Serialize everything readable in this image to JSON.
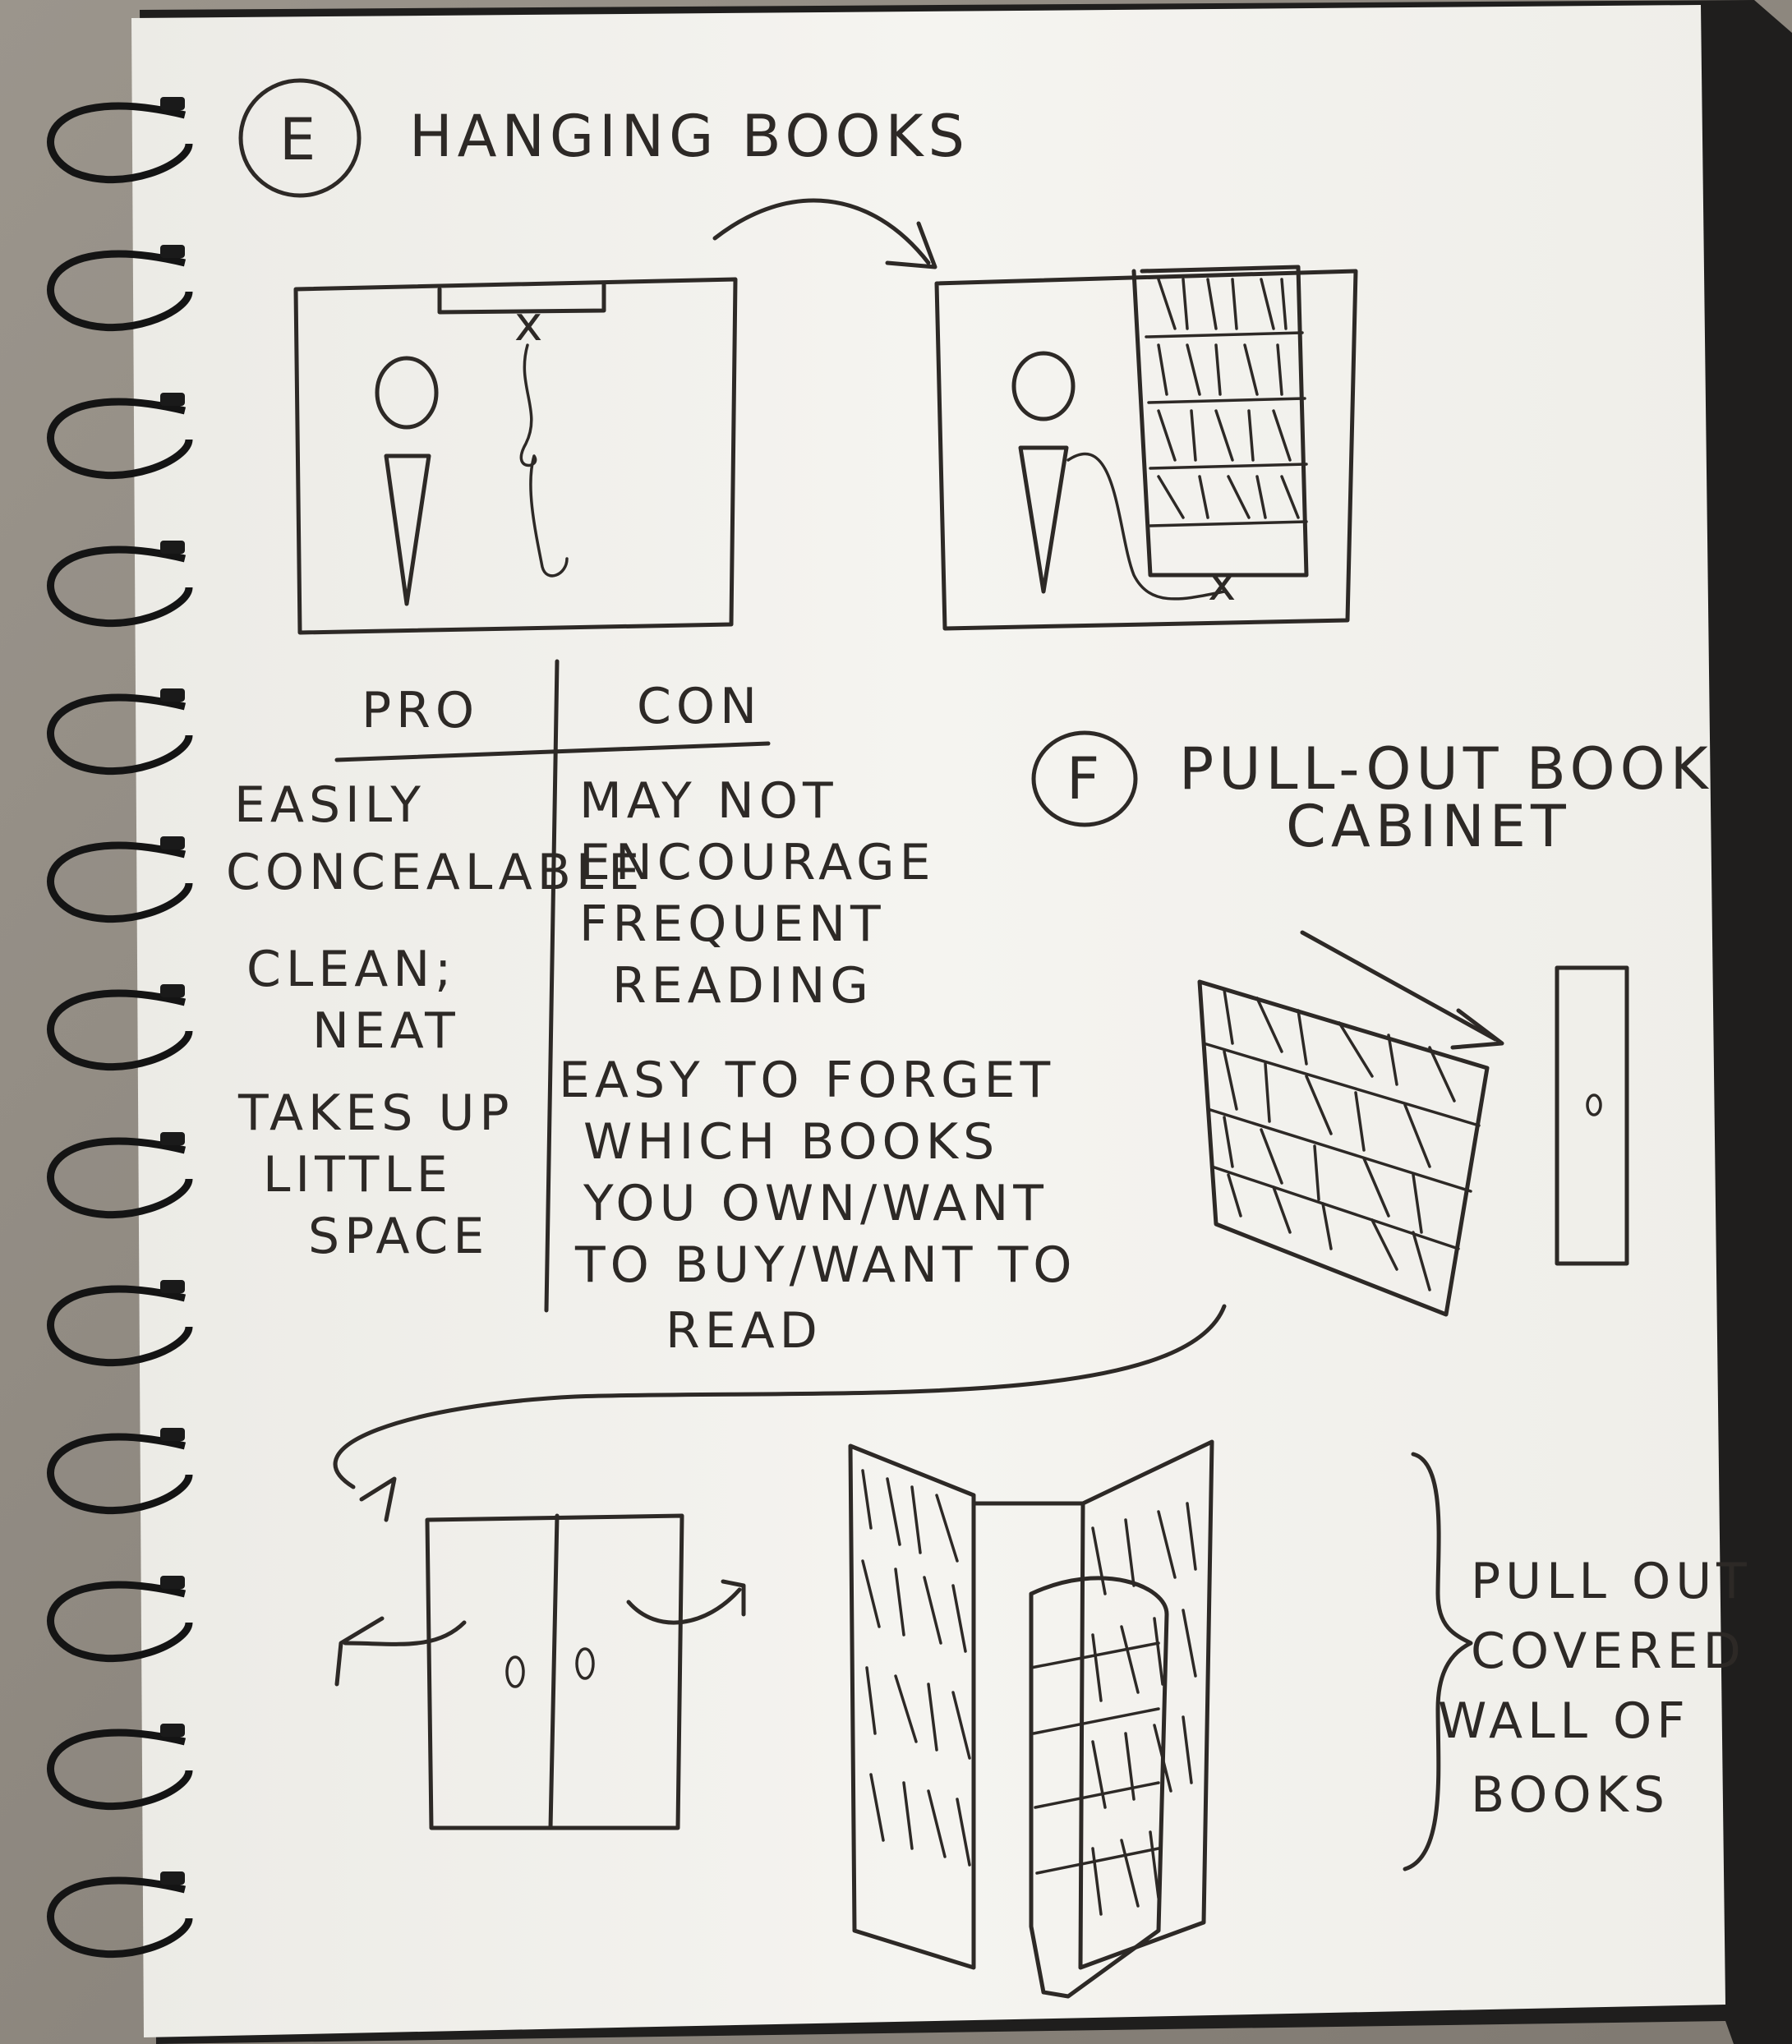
{
  "section_e": {
    "marker": "E",
    "title": "HANGING BOOKS"
  },
  "table": {
    "pro_header": "PRO",
    "con_header": "CON",
    "pros": [
      [
        "EASILY",
        "CONCEALABLE"
      ],
      [
        "CLEAN;",
        "NEAT"
      ],
      [
        "TAKES UP",
        "LITTLE",
        "SPACE"
      ]
    ],
    "cons": [
      [
        "MAY NOT",
        "ENCOURAGE",
        "FREQUENT",
        "READING"
      ],
      [
        "EASY TO FORGET",
        "WHICH BOOKS",
        "YOU OWN/WANT",
        "TO BUY/WANT TO",
        "READ"
      ]
    ]
  },
  "section_f": {
    "marker": "F",
    "title_line1": "PULL-OUT BOOK",
    "title_line2": "CABINET"
  },
  "side_note": [
    "PULL OUT",
    "COVERED",
    "WALL OF",
    "BOOKS"
  ],
  "sketch_marks": {
    "hook_top": "x",
    "hook_bottom": "x"
  },
  "colors": {
    "paper": "#f4f3ef",
    "ink": "#2d2926",
    "background": "#8e8880",
    "binding": "#1c1b1a"
  }
}
